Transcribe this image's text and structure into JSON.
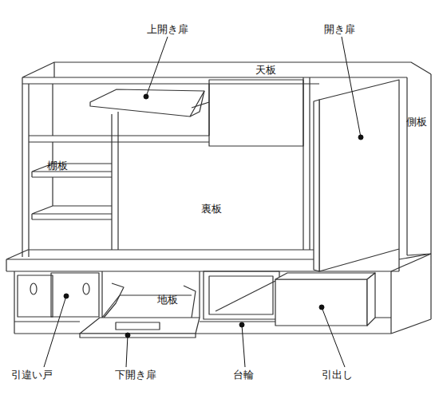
{
  "diagram": {
    "labels": [
      "上開き扉",
      "開き扉",
      "天板",
      "側板",
      "棚板",
      "裏板",
      "地板",
      "引違い戸",
      "下開き扉",
      "台輪",
      "引出し"
    ]
  }
}
